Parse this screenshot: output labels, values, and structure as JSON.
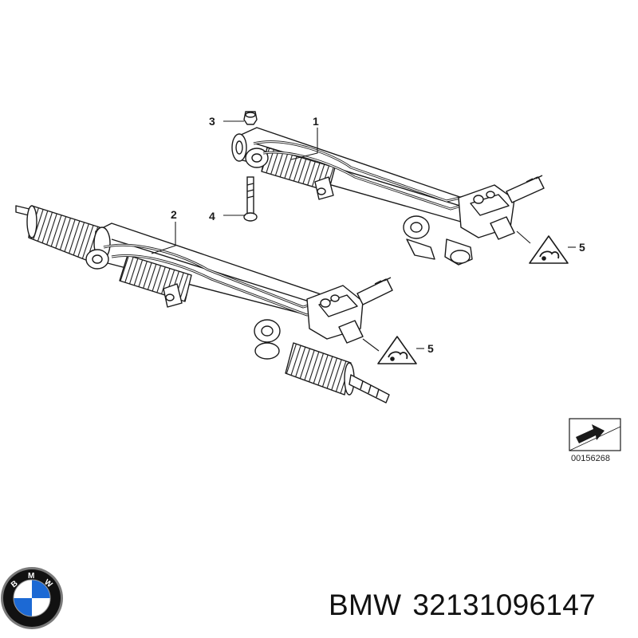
{
  "callouts": {
    "c1": "1",
    "c2": "2",
    "c3": "3",
    "c4": "4",
    "c5a": "5",
    "c5b": "5"
  },
  "reference_number": "00156268",
  "brand": {
    "logo_letters": "BMW",
    "name": "BMW",
    "part_number": "32131096147"
  },
  "colors": {
    "line": "#1a1a1a",
    "logo_blue": "#1c69d4",
    "logo_ring": "#111111"
  }
}
